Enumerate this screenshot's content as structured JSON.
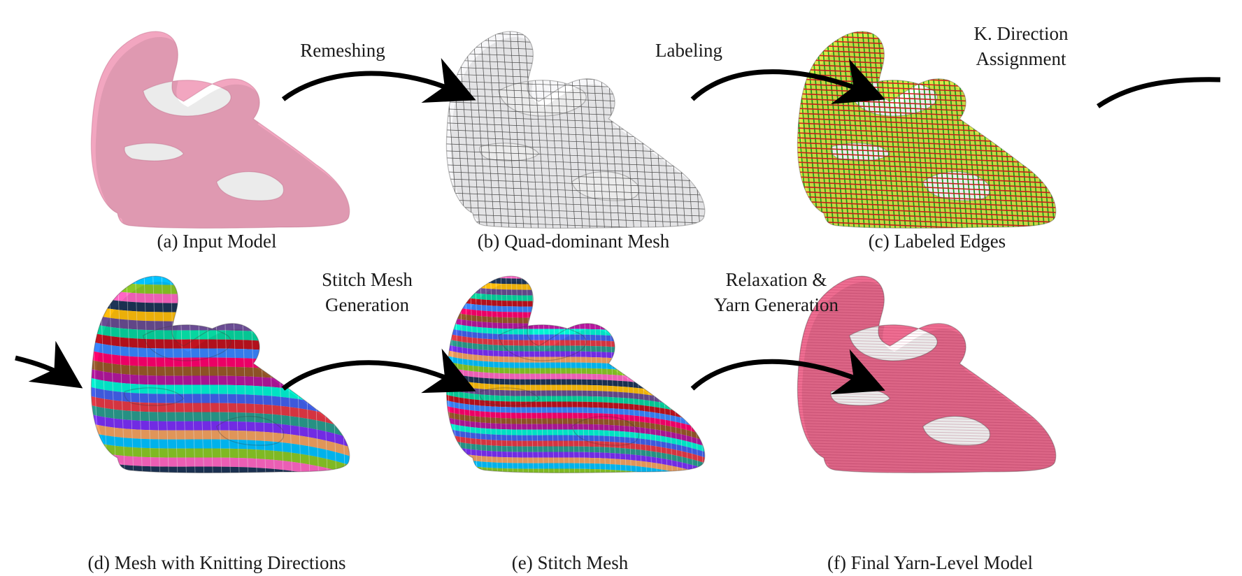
{
  "figure": {
    "panels": [
      {
        "id": "a",
        "caption": "(a) Input Model",
        "style": "solid",
        "fill": "#f2a6c0"
      },
      {
        "id": "b",
        "caption": "(b) Quad-dominant Mesh",
        "style": "wire",
        "fill": "#f7f7f9"
      },
      {
        "id": "c",
        "caption": "(c) Labeled Edges",
        "style": "labeled",
        "fill": "#d8e84a"
      },
      {
        "id": "d",
        "caption": "(d) Mesh with Knitting Directions",
        "style": "stripes",
        "fill": "#ffffff"
      },
      {
        "id": "e",
        "caption": "(e) Stitch Mesh",
        "style": "stripes-fine",
        "fill": "#ffffff"
      },
      {
        "id": "f",
        "caption": "(f) Final Yarn-Level Model",
        "style": "yarn",
        "fill": "#ef6e92"
      }
    ],
    "steps": [
      {
        "lines": [
          "Remeshing"
        ]
      },
      {
        "lines": [
          "Labeling"
        ]
      },
      {
        "lines": [
          "K. Direction",
          "Assignment"
        ]
      },
      {
        "lines": [
          "Stitch Mesh",
          "Generation"
        ]
      },
      {
        "lines": [
          "Relaxation &",
          "Yarn Generation"
        ]
      }
    ],
    "stripe_colors": [
      "#e63946",
      "#2a9d8f",
      "#7b2ff7",
      "#f4a261",
      "#00c2ff",
      "#8ac926",
      "#ff66c4",
      "#1d3557",
      "#ffbe0b",
      "#6a4c93",
      "#06d6a0",
      "#c1121f",
      "#3a86ff",
      "#ff006e",
      "#99582a",
      "#b5179e",
      "#00f5d4",
      "#4361ee"
    ]
  }
}
